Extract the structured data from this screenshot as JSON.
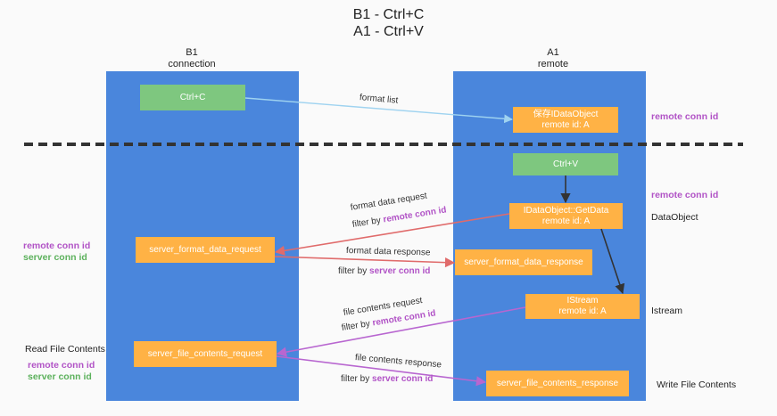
{
  "title": {
    "line1": "B1 - Ctrl+C",
    "line2": "A1 - Ctrl+V"
  },
  "columns": {
    "left": {
      "name": "B1",
      "sub": "connection"
    },
    "right": {
      "name": "A1",
      "sub": "remote"
    }
  },
  "boxes": {
    "ctrl_c": "Ctrl+C",
    "ctrl_v": "Ctrl+V",
    "data_object_line1": "保存IDataObject",
    "data_object_line2": "remote id: A",
    "getdata_line1": "IDataObject::GetData",
    "getdata_line2": "remote id: A",
    "server_format_data_request": "server_format_data_request",
    "server_format_data_response": "server_format_data_response",
    "istream_line1": "IStream",
    "istream_line2": "remote id: A",
    "server_file_contents_request": "server_file_contents_request",
    "server_file_contents_response": "server_file_contents_response"
  },
  "edges": {
    "format_list": "format list",
    "format_data_request": "format data request",
    "format_data_response": "format data response",
    "file_contents_request": "file contents request",
    "file_contents_response": "file contents response",
    "filter_by": "filter by",
    "remote_conn_id": "remote conn id",
    "server_conn_id": "server conn id"
  },
  "side_labels": {
    "remote_conn_id": "remote conn id",
    "server_conn_id": "server conn id",
    "data_object": "DataObject",
    "istream": "Istream",
    "read_file_contents": "Read File Contents",
    "write_file_contents": "Write File Contents"
  },
  "colors": {
    "lane": "#4a86dc",
    "box_orange": "#ffb245",
    "box_green": "#7ec77f",
    "arrow_blue": "#9fd3f0",
    "arrow_red": "#e06b6b",
    "arrow_purple": "#b866d0",
    "arrow_dark": "#333333",
    "label_purple": "#b153c6",
    "label_green": "#5cb15c"
  }
}
